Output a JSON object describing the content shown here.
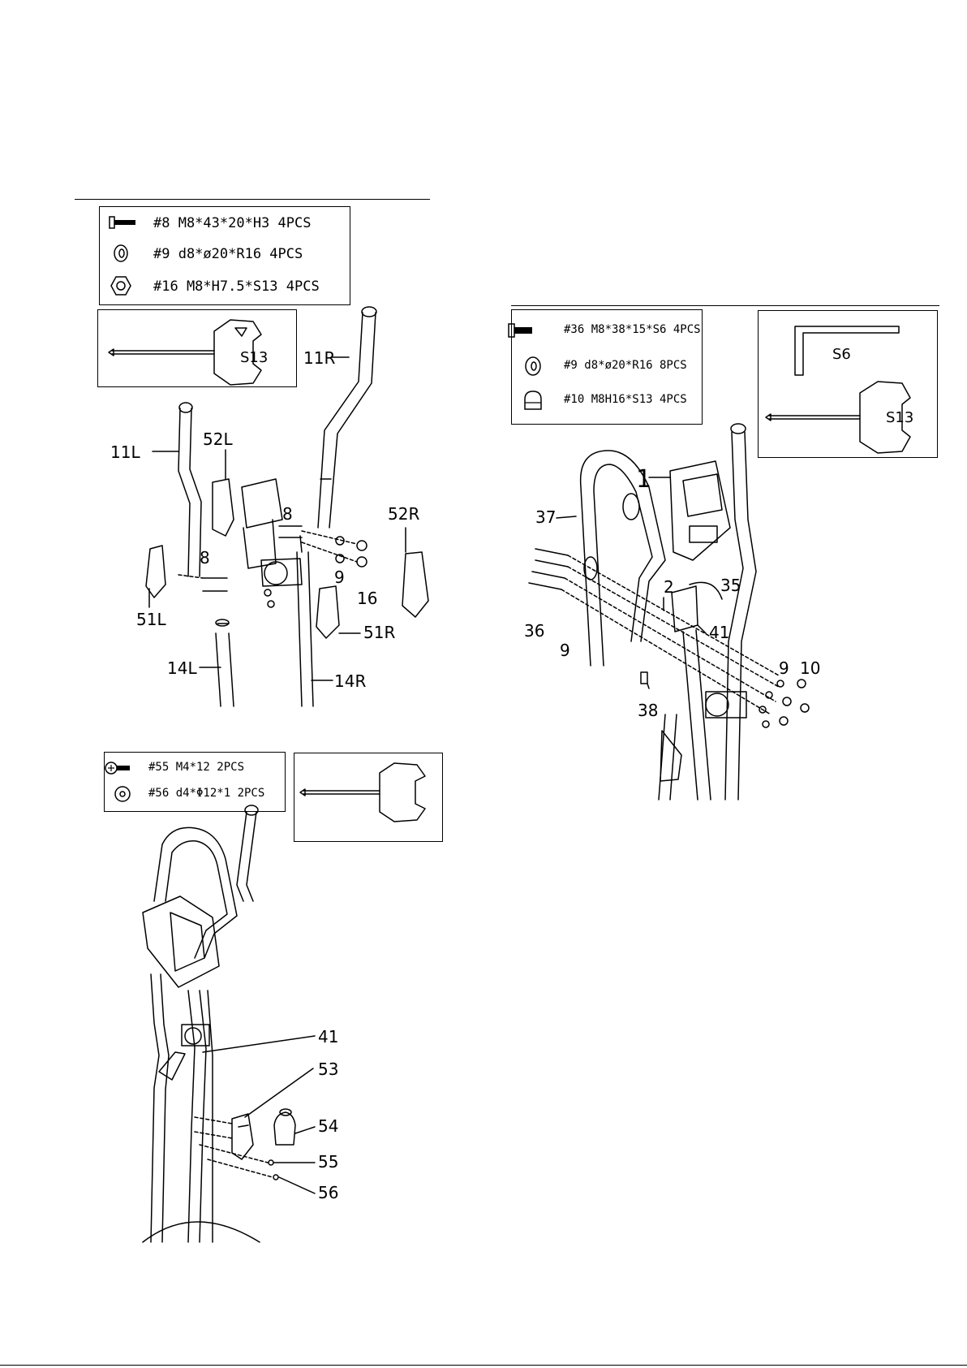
{
  "step_a": {
    "hardware": [
      {
        "icon": "bolt-icon",
        "text": "#8 M8*43*20*H3 4PCS"
      },
      {
        "icon": "washer-icon",
        "text": "#9 d8*ø20*R16 4PCS"
      },
      {
        "icon": "nut-icon",
        "text": "#16 M8*H7.5*S13 4PCS"
      }
    ],
    "tool_label": "S13",
    "labels": {
      "11R": "11R",
      "11L": "11L",
      "52L": "52L",
      "52R": "52R",
      "8a": "8",
      "8b": "8",
      "9": "9",
      "16": "16",
      "51L": "51L",
      "51R": "51R",
      "14L": "14L",
      "14R": "14R"
    }
  },
  "step_b": {
    "hardware": [
      {
        "icon": "bolt-icon",
        "text": "#36 M8*38*15*S6 4PCS"
      },
      {
        "icon": "washer-icon",
        "text": "#9 d8*ø20*R16 8PCS"
      },
      {
        "icon": "cap-nut-icon",
        "text": "#10 M8H16*S13 4PCS"
      }
    ],
    "tool_labels": {
      "allen": "S6",
      "wrench": "S13"
    },
    "labels": {
      "1": "1",
      "37": "37",
      "2": "2",
      "35": "35",
      "41": "41",
      "36": "36",
      "9a": "9",
      "9b": "9",
      "10": "10",
      "38": "38"
    }
  },
  "step_c": {
    "hardware": [
      {
        "icon": "screw-icon",
        "text": "#55 M4*12 2PCS"
      },
      {
        "icon": "flat-washer-icon",
        "text": "#56 d4*Φ12*1 2PCS"
      }
    ],
    "labels": {
      "41": "41",
      "53": "53",
      "54": "54",
      "55": "55",
      "56": "56"
    }
  }
}
